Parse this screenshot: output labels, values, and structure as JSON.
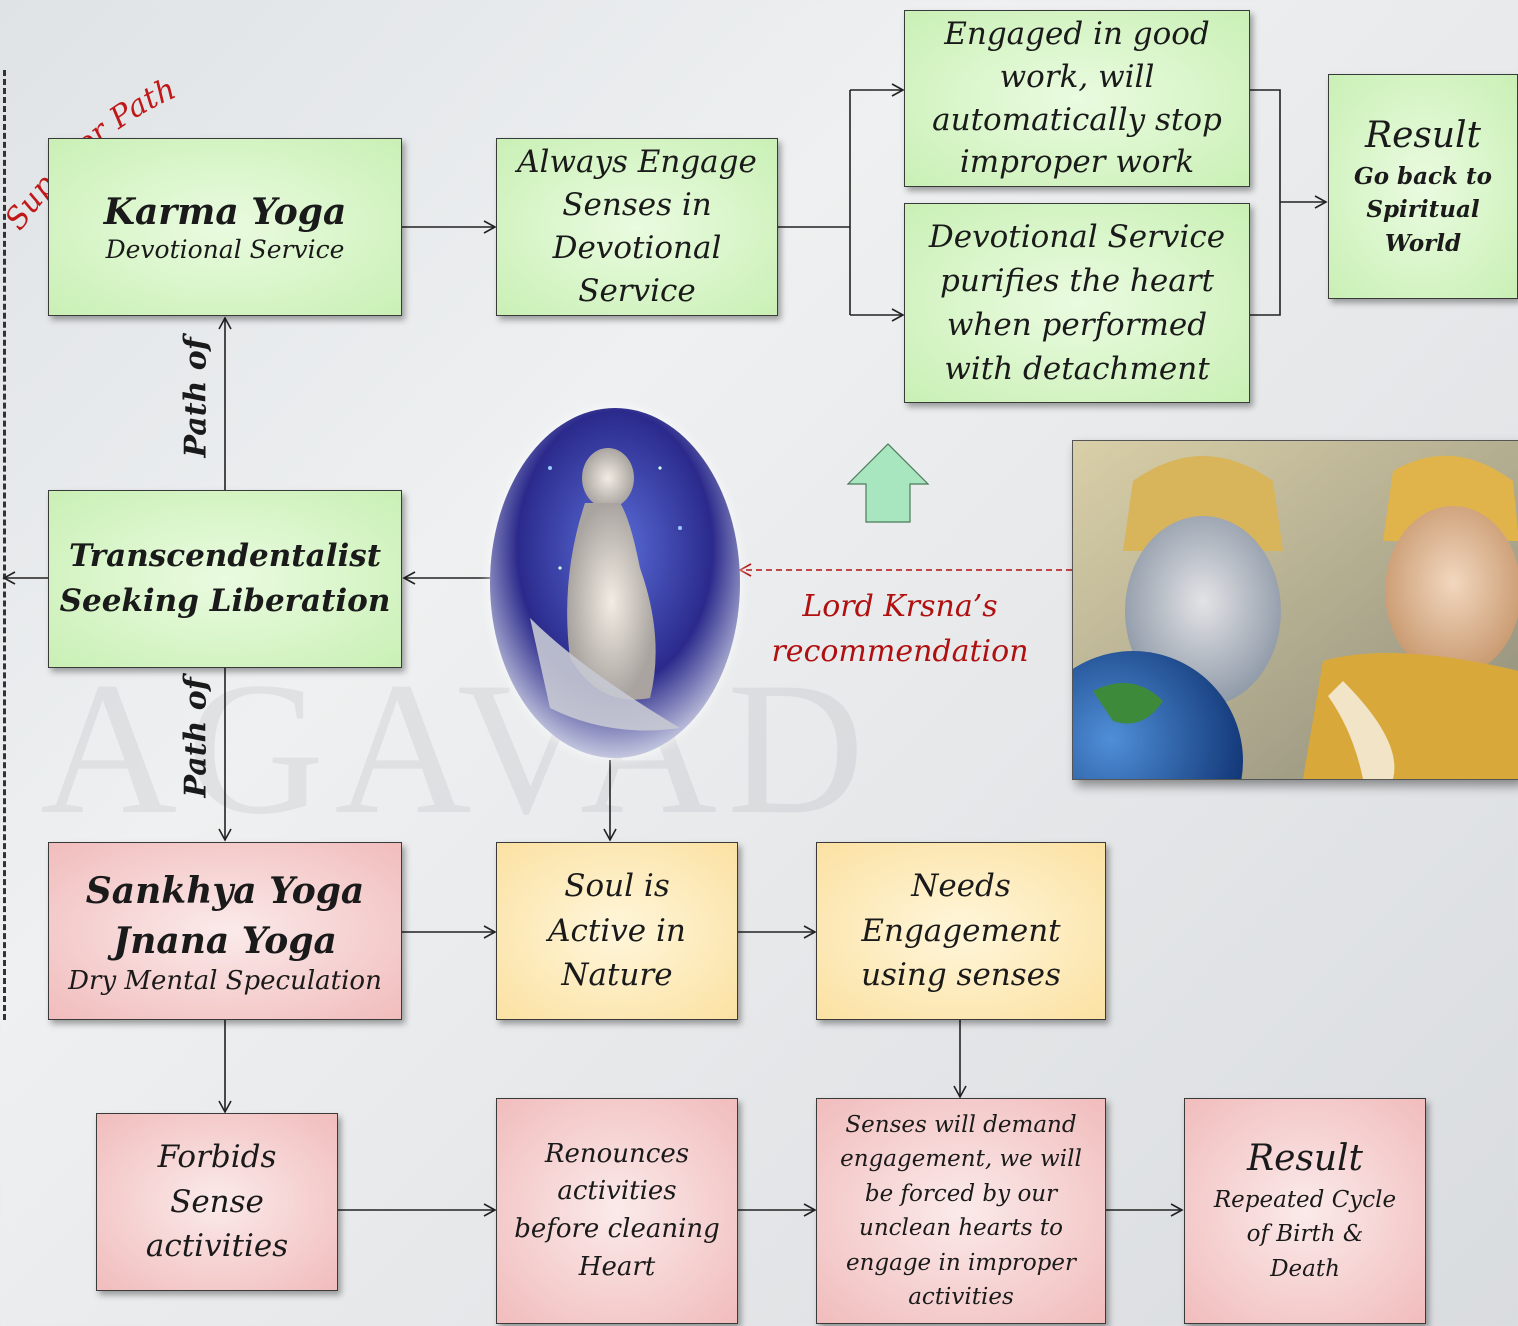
{
  "superior_path": "Superior Path",
  "path_of_top": "Path of",
  "path_of_bottom": "Path of",
  "karma": {
    "title": "Karma Yoga",
    "subtitle": "Devotional Service"
  },
  "always": {
    "lines": [
      "Always Engage",
      "Senses in",
      "Devotional",
      "Service"
    ]
  },
  "engaged": {
    "lines": [
      "Engaged in good",
      "work, will",
      "automatically stop",
      "improper work"
    ]
  },
  "purifies": {
    "lines": [
      "Devotional Service",
      "purifies the heart",
      "when performed",
      "with detachment"
    ]
  },
  "result_top": {
    "title": "Result",
    "lines": [
      "Go back to",
      "Spiritual",
      "World"
    ]
  },
  "transcendentalist": {
    "lines": [
      "Transcendentalist",
      "Seeking Liberation"
    ]
  },
  "recommendation": {
    "lines": [
      "Lord Krsna’s",
      "recommendation"
    ]
  },
  "sankhya": {
    "title1": "Sankhya Yoga",
    "title2": "Jnana Yoga",
    "subtitle": "Dry Mental Speculation"
  },
  "soul": {
    "lines": [
      "Soul is",
      "Active in",
      "Nature"
    ]
  },
  "needs": {
    "lines": [
      "Needs",
      "Engagement",
      "using senses"
    ]
  },
  "forbids": {
    "lines": [
      "Forbids",
      "Sense",
      "activities"
    ]
  },
  "renounces": {
    "lines": [
      "Renounces",
      "activities",
      "before cleaning",
      "Heart"
    ]
  },
  "senses_demand": {
    "lines": [
      "Senses will demand",
      "engagement, we will",
      "be forced by our",
      "unclean hearts to",
      "engage in improper",
      "activities"
    ]
  },
  "result_bottom": {
    "title": "Result",
    "lines": [
      "Repeated Cycle",
      "of Birth &",
      "Death"
    ]
  },
  "colors": {
    "green_box": "#c9f0b5",
    "red_box": "#f1bcbc",
    "yellow_box": "#fbe1a2",
    "accent_red": "#b01010",
    "up_arrow": "#9fe0b4"
  }
}
